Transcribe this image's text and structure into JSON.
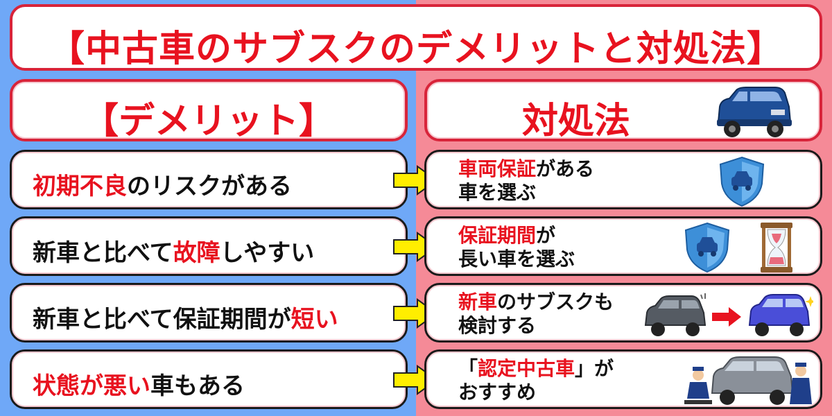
{
  "title": "【中古車のサブスクのデメリットと対処法】",
  "headers": {
    "left": "【デメリット】",
    "right": "対処法"
  },
  "rows": [
    {
      "left": [
        {
          "t": "初期不良",
          "red": true
        },
        {
          "t": "のリスクがある",
          "red": false
        }
      ],
      "right": [
        [
          {
            "t": "車両保証",
            "red": true
          },
          {
            "t": "がある",
            "red": false
          }
        ],
        [
          {
            "t": "車を選ぶ",
            "red": false
          }
        ]
      ]
    },
    {
      "left": [
        {
          "t": "新車と比べて",
          "red": false
        },
        {
          "t": "故障",
          "red": true
        },
        {
          "t": "しやすい",
          "red": false
        }
      ],
      "right": [
        [
          {
            "t": "保証期間",
            "red": true
          },
          {
            "t": "が",
            "red": false
          }
        ],
        [
          {
            "t": "長い車を選ぶ",
            "red": false
          }
        ]
      ]
    },
    {
      "left": [
        {
          "t": "新車と比べて保証期間が",
          "red": false
        },
        {
          "t": "短い",
          "red": true
        }
      ],
      "right": [
        [
          {
            "t": "新車",
            "red": true
          },
          {
            "t": "のサブスクも",
            "red": false
          }
        ],
        [
          {
            "t": "検討する",
            "red": false
          }
        ]
      ]
    },
    {
      "left": [
        {
          "t": "状態が悪い",
          "red": true
        },
        {
          "t": "車もある",
          "red": false
        }
      ],
      "right": [
        [
          {
            "t": "「",
            "red": false
          },
          {
            "t": "認定中古車",
            "red": true
          },
          {
            "t": "」が",
            "red": false
          }
        ],
        [
          {
            "t": "おすすめ",
            "red": false
          }
        ]
      ]
    }
  ],
  "colors": {
    "accent_red": "#e8121f",
    "bg_blue": "#6fa8f7",
    "bg_pink": "#f58a97",
    "arrow_yellow": "#ffee00"
  },
  "icons": [
    "car-icon",
    "shield-car-icon",
    "hourglass-icon",
    "old-to-new-car-icon",
    "mechanics-icon",
    "arrow-right-icon"
  ]
}
